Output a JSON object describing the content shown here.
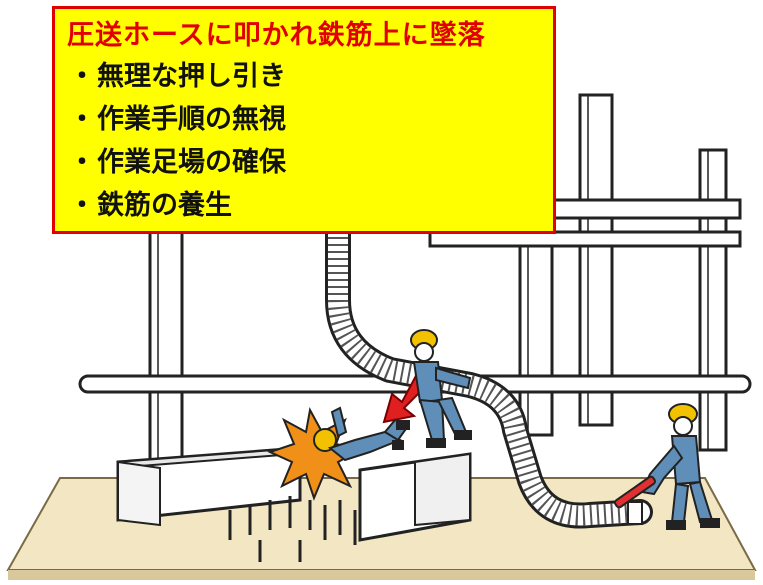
{
  "callout": {
    "title": "圧送ホースに叩かれ鉄筋上に墜落",
    "bullet": "・",
    "items": [
      "無理な押し引き",
      "作業手順の無視",
      "作業足場の確保",
      "鉄筋の養生"
    ]
  },
  "colors": {
    "callout_bg": "#ffff00",
    "callout_border": "#e00000",
    "title_text": "#e00000",
    "worker_uniform": "#5f8fb8",
    "helmet": "#f2c200",
    "impact_burst": "#f09018",
    "arrow": "#e02020",
    "floor": "#f2e4bf"
  }
}
